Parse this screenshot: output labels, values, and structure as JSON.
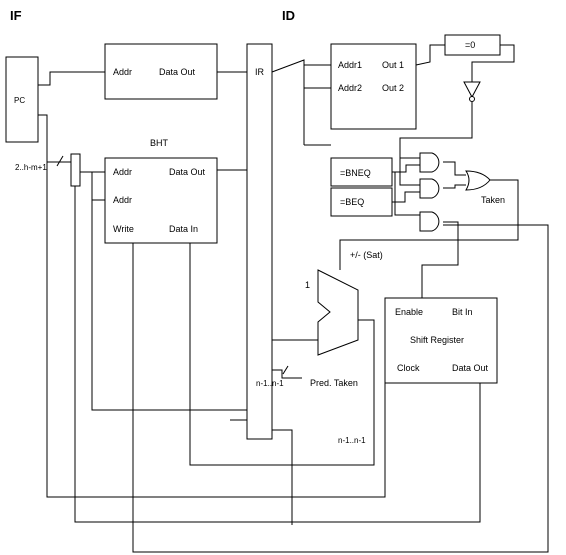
{
  "stages": {
    "if": "IF",
    "id": "ID"
  },
  "pc": {
    "label": "PC"
  },
  "imem": {
    "addr": "Addr",
    "data_out": "Data Out"
  },
  "ir": {
    "label": "IR"
  },
  "regfile": {
    "addr1": "Addr1",
    "addr2": "Addr2",
    "out1": "Out 1",
    "out2": "Out 2"
  },
  "zero_cmp": {
    "label": "=0"
  },
  "bht": {
    "title": "BHT",
    "addr1": "Addr",
    "addr2": "Addr",
    "write": "Write",
    "data_out": "Data Out",
    "data_in": "Data In"
  },
  "bits_label": "2..h-m+1",
  "bneq": {
    "label": "=BNEQ"
  },
  "beq": {
    "label": "=BEQ"
  },
  "taken": {
    "label": "Taken"
  },
  "sat": {
    "label": "+/- (Sat)"
  },
  "adder": {
    "label": "1"
  },
  "shift_reg": {
    "enable": "Enable",
    "bit_in": "Bit In",
    "title": "Shift Register",
    "clock": "Clock",
    "data_out": "Data Out"
  },
  "pred_taken": {
    "label": "Pred. Taken"
  },
  "nbits_top": {
    "label": "n-1..n-1"
  },
  "nbits_bottom": {
    "label": "n-1..n-1"
  }
}
